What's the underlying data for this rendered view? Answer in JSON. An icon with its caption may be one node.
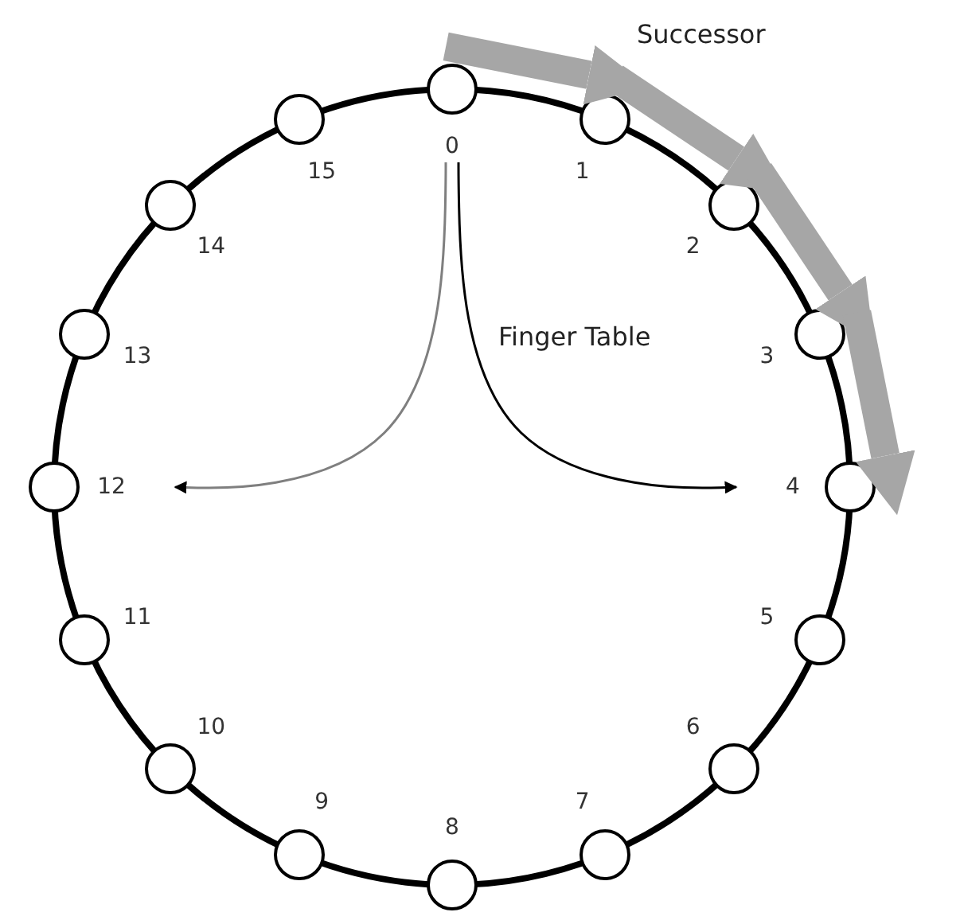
{
  "diagram": {
    "nodes": [
      {
        "text": [],
        "shape": "circle",
        "beside": [
          "0"
        ]
      },
      {
        "text": [],
        "shape": "circle",
        "beside": [
          "1"
        ]
      },
      {
        "text": [],
        "shape": "circle",
        "beside": [
          "2"
        ]
      },
      {
        "text": [],
        "shape": "circle",
        "beside": [
          "3"
        ]
      },
      {
        "text": [],
        "shape": "circle",
        "beside": [
          "4"
        ]
      },
      {
        "text": [],
        "shape": "circle",
        "beside": [
          "5"
        ]
      },
      {
        "text": [],
        "shape": "circle",
        "beside": [
          "6"
        ]
      },
      {
        "text": [],
        "shape": "circle",
        "beside": [
          "7"
        ]
      },
      {
        "text": [],
        "shape": "circle",
        "beside": [
          "8"
        ]
      },
      {
        "text": [],
        "shape": "circle",
        "beside": [
          "9"
        ]
      },
      {
        "text": [],
        "shape": "circle",
        "beside": [
          "10"
        ]
      },
      {
        "text": [],
        "shape": "circle",
        "beside": [
          "11"
        ]
      },
      {
        "text": [],
        "shape": "circle",
        "beside": [
          "12"
        ]
      },
      {
        "text": [],
        "shape": "circle",
        "beside": [
          "13"
        ]
      },
      {
        "text": [],
        "shape": "circle",
        "beside": [
          "14"
        ]
      },
      {
        "text": [],
        "shape": "circle",
        "beside": [
          "15"
        ]
      }
    ],
    "edges": [
      {
        "from": 0,
        "to": 12,
        "arrow": "to",
        "color": "#7f7f7f"
      },
      {
        "from": 0,
        "to": 4,
        "arrow": "to",
        "color": "#000000"
      },
      {
        "from": 0,
        "to": 1,
        "arrow": "to"
      },
      {
        "from": 1,
        "to": 2,
        "arrow": "to"
      },
      {
        "from": 2,
        "to": 3,
        "arrow": "to"
      },
      {
        "from": 3,
        "to": 4,
        "arrow": "to"
      }
    ],
    "labels": [
      "Successor",
      "Finger Table"
    ]
  }
}
